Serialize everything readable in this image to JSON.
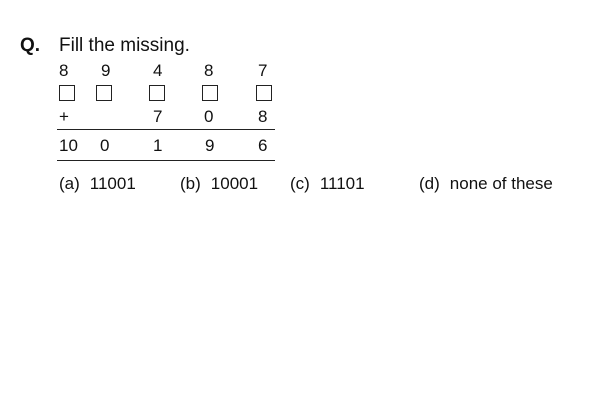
{
  "question": {
    "label": "Q.",
    "text": "Fill the missing."
  },
  "problem": {
    "top_row": [
      "8",
      "9",
      "4",
      "8",
      "7"
    ],
    "add_row": {
      "sign": "+",
      "digits": [
        "",
        "",
        "7",
        "0",
        "8"
      ]
    },
    "result_row": [
      "10",
      "0",
      "1",
      "9",
      "6"
    ]
  },
  "options": [
    {
      "label": "(a)",
      "value": "11001"
    },
    {
      "label": "(b)",
      "value": "10001"
    },
    {
      "label": "(c)",
      "value": "11101"
    },
    {
      "label": "(d)",
      "value": "none of these"
    }
  ]
}
